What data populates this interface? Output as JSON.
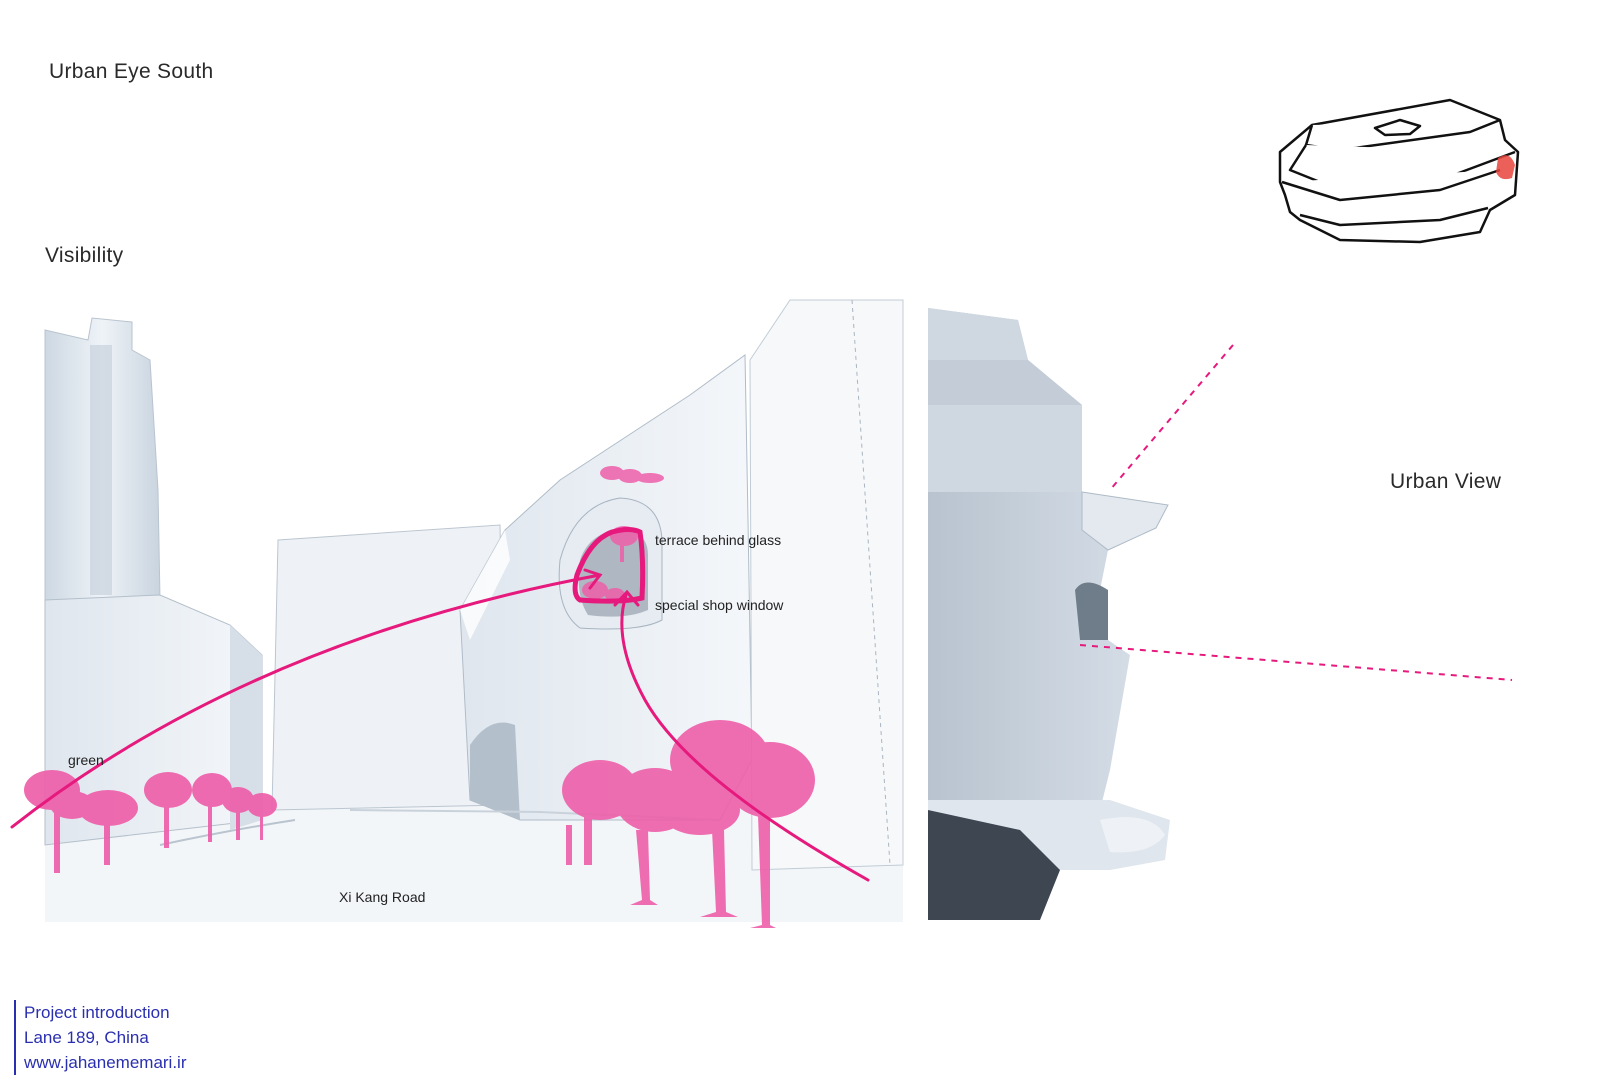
{
  "title": "Urban Eye South",
  "visibility_heading": "Visibility",
  "urban_view_heading": "Urban View",
  "labels": {
    "terrace": "terrace behind glass",
    "shop_window": "special shop window",
    "green": "green",
    "road": "Xi Kang Road"
  },
  "footer": {
    "line1": "Project introduction",
    "line2": "Lane 189, China",
    "line3": "www.jahanememari.ir"
  },
  "colors": {
    "accent": "#e6197d",
    "tree": "#ee5faa",
    "highlight": "#e8453c",
    "footer_text": "#2a2fb0"
  },
  "icons": {
    "key_plan": "building-outline-icon"
  }
}
